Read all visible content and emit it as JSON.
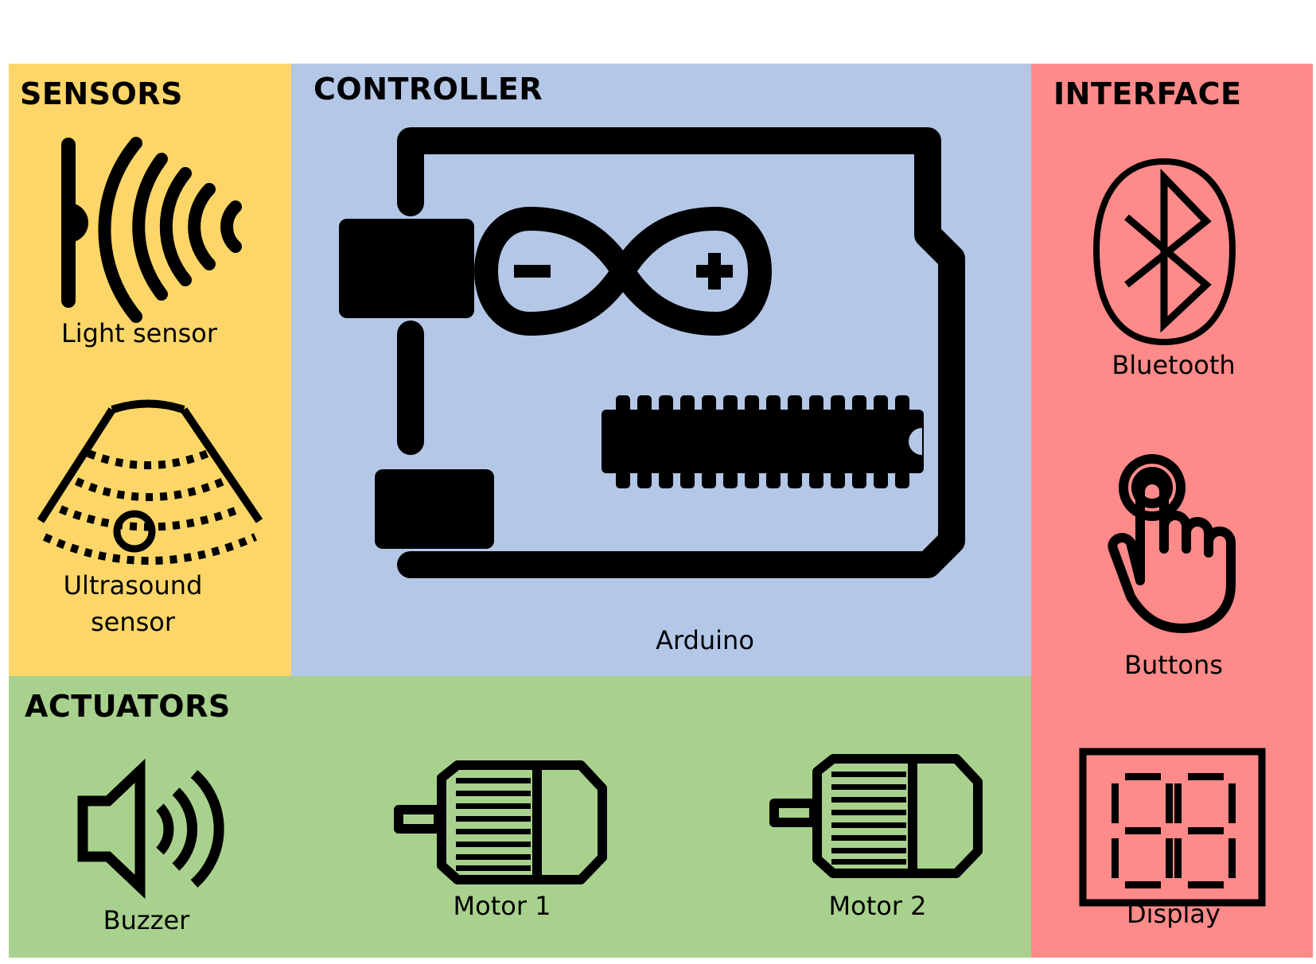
{
  "colors": {
    "sensors": "#fcd668",
    "controller": "#b4c7e7",
    "interface": "#fe8a8a",
    "actuators": "#a9d18e",
    "icon": "#000000"
  },
  "sensors": {
    "heading": "SENSORS",
    "items": [
      {
        "label": "Light sensor",
        "icon": "light-sensor-icon"
      },
      {
        "label_line1": "Ultrasound",
        "label_line2": "sensor",
        "icon": "ultrasound-sensor-icon"
      }
    ]
  },
  "controller": {
    "heading": "CONTROLLER",
    "items": [
      {
        "label": "Arduino",
        "icon": "arduino-board-icon"
      }
    ]
  },
  "interface": {
    "heading": "INTERFACE",
    "items": [
      {
        "label": "Bluetooth",
        "icon": "bluetooth-icon"
      },
      {
        "label": "Buttons",
        "icon": "finger-press-icon"
      },
      {
        "label": "Display",
        "icon": "seven-segment-display-icon"
      }
    ]
  },
  "actuators": {
    "heading": "ACTUATORS",
    "items": [
      {
        "label": "Buzzer",
        "icon": "speaker-icon"
      },
      {
        "label": "Motor 1",
        "icon": "motor-icon"
      },
      {
        "label": "Motor 2",
        "icon": "motor-icon"
      }
    ]
  }
}
